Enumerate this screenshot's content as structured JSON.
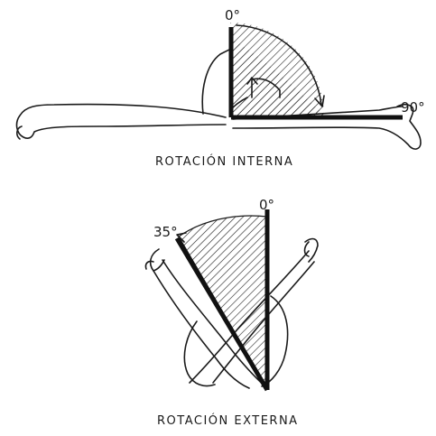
{
  "figure_1": {
    "caption": "ROTACIÓN INTERNA",
    "start_angle_label": "0°",
    "end_angle_label": "90°"
  },
  "figure_2": {
    "caption": "ROTACIÓN EXTERNA",
    "start_angle_label": "0°",
    "end_angle_label": "35°"
  },
  "colors": {
    "ink": "#1a1a1a",
    "paper": "#ffffff"
  }
}
